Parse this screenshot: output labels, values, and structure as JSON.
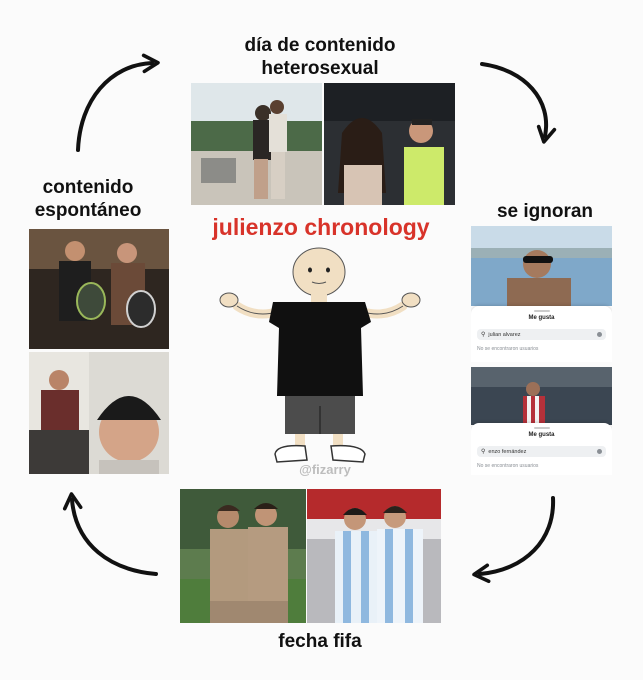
{
  "title": "julienzo chronology",
  "watermark": "@fizarry",
  "stages": {
    "top": {
      "line1": "día de contenido",
      "line2": "heterosexual"
    },
    "right": {
      "label": "se ignoran"
    },
    "bottom": {
      "label": "fecha fifa"
    },
    "left": {
      "line1": "contenido",
      "line2": "espontáneo"
    }
  },
  "instagram_panels": [
    {
      "header": "Me gusta",
      "search_value": "julian alvarez",
      "empty_text": "No se encontraron usuarios"
    },
    {
      "header": "Me gusta",
      "search_value": "enzo fernández",
      "empty_text": "No se encontraron usuarios"
    }
  ],
  "icons": [
    "arrow-clockwise-icon",
    "search-icon",
    "clear-icon"
  ],
  "colors": {
    "title": "#d8332a",
    "background": "#fbfbfb",
    "text": "#111111"
  }
}
